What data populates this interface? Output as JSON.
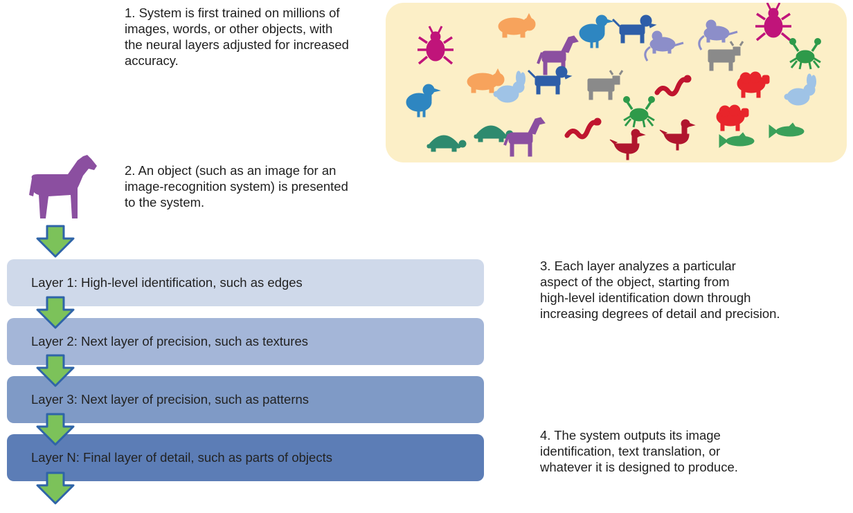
{
  "steps": {
    "step1": "1. System is first trained on millions of\nimages, words, or other objects, with\nthe neural layers adjusted for increased\naccuracy.",
    "step2": "2. An object (such as an image for an\nimage-recognition system) is presented\nto the system.",
    "step3": "3. Each layer analyzes a particular\naspect of the object, starting from\nhigh-level identification down through\nincreasing degrees of detail and precision.",
    "step4": "4. The system outputs its image\nidentification, text translation, or\nwhatever it is designed to produce."
  },
  "layers": [
    {
      "label": "Layer 1: High-level identification, such as edges",
      "color": "#cfd9ea"
    },
    {
      "label": "Layer 2: Next layer of precision, such as textures",
      "color": "#a4b6d8"
    },
    {
      "label": "Layer 3: Next layer of precision, such as patterns",
      "color": "#7f9ac6"
    },
    {
      "label": "Layer N: Final layer of detail, such as parts of objects",
      "color": "#5c7db6"
    }
  ],
  "colors": {
    "panel_background": "#fcefc7",
    "arrow_fill": "#7cc25a",
    "arrow_outline": "#2f64a8",
    "input_horse": "#8b4fa0"
  },
  "training_animals": [
    "beetle",
    "pig",
    "bird",
    "dog",
    "rat",
    "beetle",
    "horse",
    "rat",
    "cow",
    "crab",
    "pig",
    "rabbit",
    "dog",
    "cow",
    "snake",
    "sheep",
    "rabbit",
    "bird",
    "crab",
    "snake",
    "sheep",
    "turtle",
    "turtle",
    "horse",
    "duck",
    "duck",
    "fish",
    "fish"
  ]
}
